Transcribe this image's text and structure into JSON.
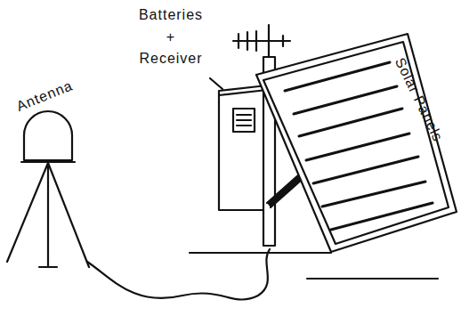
{
  "diagram": {
    "labels": [
      "Antenna",
      "Batteries + Receiver",
      "Solar Panels"
    ]
  }
}
